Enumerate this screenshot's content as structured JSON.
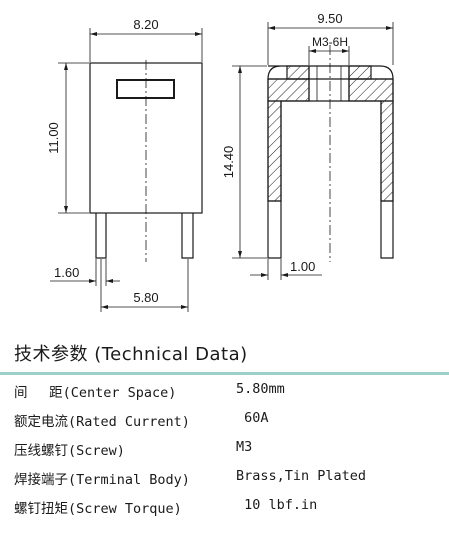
{
  "drawing": {
    "front": {
      "width_dim": "8.20",
      "height_dim": "11.00",
      "pin_width_dim": "1.60",
      "pin_spacing_dim": "5.80"
    },
    "side": {
      "width_dim": "9.50",
      "thread_dim": "M3-6H",
      "height_dim": "14.40",
      "thickness_dim": "1.00"
    }
  },
  "section": {
    "title": "技术参数 (Technical Data)"
  },
  "specs": [
    {
      "label": "间　 距(Center Space)",
      "value": "5.80mm"
    },
    {
      "label": "额定电流(Rated Current)",
      "value": " 60A"
    },
    {
      "label": "压线螺钉(Screw)",
      "value": "M3"
    },
    {
      "label": "焊接端子(Terminal Body)",
      "value": "Brass,Tin Plated"
    },
    {
      "label": "螺钉扭矩(Screw Torque)",
      "value": " 10 lbf.in"
    }
  ],
  "colors": {
    "accent_rule": "#9fd0c8",
    "ink": "#1a1a1a"
  }
}
